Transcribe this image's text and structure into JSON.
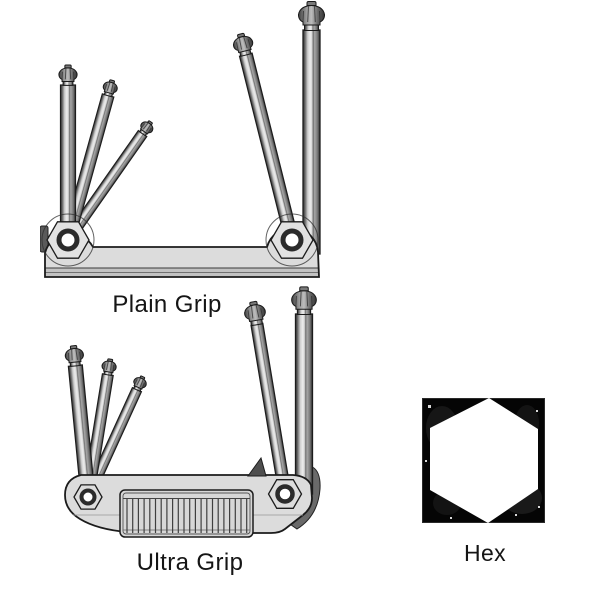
{
  "canvas": {
    "background": "#ffffff"
  },
  "figures": [
    {
      "id": "plain-grip",
      "label": "Plain Grip",
      "kind": "folding ball-end hex key set, plain handle",
      "keys_visible": 5
    },
    {
      "id": "ultra-grip",
      "label": "Ultra Grip",
      "kind": "folding ball-end hex key set, ribbed grip handle",
      "keys_visible": 5
    },
    {
      "id": "hex",
      "label": "Hex",
      "kind": "hex profile swatch"
    }
  ],
  "colors": {
    "outline": "#1c1c1c",
    "tool_body": "#dcdcdc",
    "tool_body_shadow": "#c2c2c2",
    "shaft_dark": "#383838",
    "shaft_light": "#ececec",
    "swatch_background": "#050505",
    "swatch_hexagon": "#ffffff",
    "text": "#151515",
    "page_background": "#ffffff"
  }
}
